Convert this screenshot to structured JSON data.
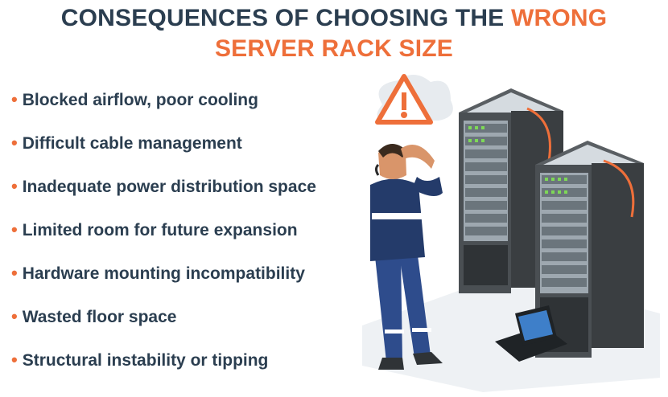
{
  "header": {
    "title_part1": "CONSEQUENCES OF CHOOSING THE ",
    "title_highlight1": "WRONG",
    "title_highlight2": "SERVER RACK SIZE"
  },
  "bullets": [
    "Blocked airflow, poor cooling",
    "Difficult cable management",
    "Inadequate power distribution space",
    "Limited room for future expansion",
    "Hardware mounting incompatibility",
    "Wasted floor space",
    "Structural instability or tipping"
  ],
  "bullet_symbol": "•",
  "illustration": {
    "icons": [
      "warning-icon",
      "server-rack-icon",
      "laptop-icon",
      "worried-technician"
    ]
  },
  "colors": {
    "heading": "#2b3e50",
    "accent": "#ee6f3a",
    "rack_frame": "#3b3b3b",
    "server_unit": "#8e9aa3",
    "led_green": "#7ed957",
    "worker_blue": "#2e4c8c"
  }
}
